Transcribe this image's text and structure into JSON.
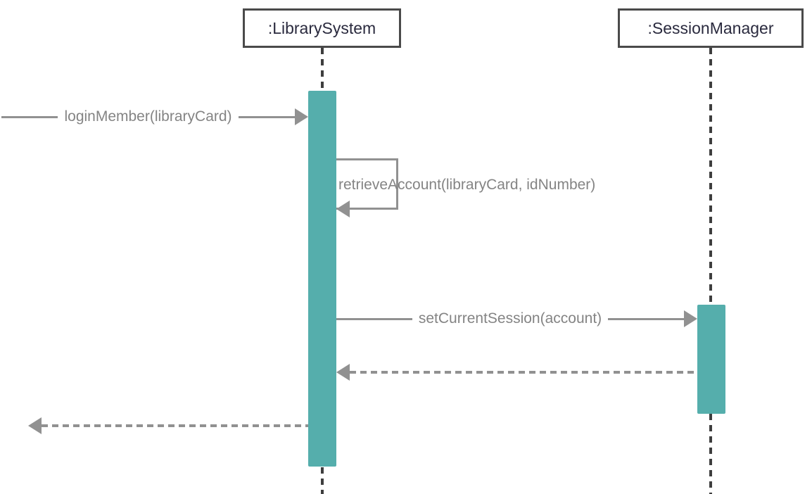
{
  "diagram_type": "uml-sequence",
  "colors": {
    "activation_bar": "#55aeac",
    "lifeline_dash": "#3e3e3e",
    "message_line": "#919191",
    "message_label_text": "#848484",
    "header_border": "#4a4a4a",
    "header_text": "#2a2a3e",
    "background": "#ffffff"
  },
  "lifelines": [
    {
      "id": "library-system",
      "label": ":LibrarySystem"
    },
    {
      "id": "session-manager",
      "label": ":SessionManager"
    }
  ],
  "messages": [
    {
      "label": "loginMember(libraryCard)",
      "type": "sync-call",
      "from": "external",
      "to": "library-system"
    },
    {
      "label": "retrieveAccount(libraryCard, idNumber)",
      "type": "self-call",
      "from": "library-system",
      "to": "library-system"
    },
    {
      "label": "setCurrentSession(account)",
      "type": "sync-call",
      "from": "library-system",
      "to": "session-manager"
    },
    {
      "label": "",
      "type": "return",
      "from": "session-manager",
      "to": "library-system"
    },
    {
      "label": "",
      "type": "return",
      "from": "library-system",
      "to": "external"
    }
  ]
}
